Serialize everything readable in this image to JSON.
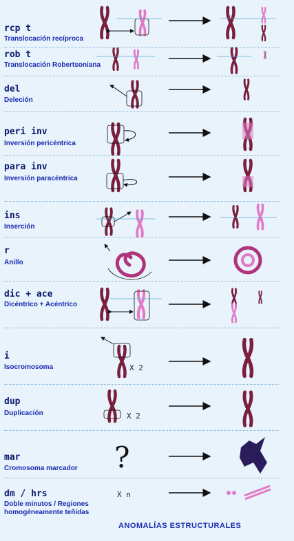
{
  "rows": [
    {
      "abbr": "rcp t",
      "desc": "Translocación recíproca"
    },
    {
      "abbr": "rob t",
      "desc": "Translocación Robertsoniana"
    },
    {
      "abbr": "del",
      "desc": "Deleción"
    },
    {
      "abbr": "peri inv",
      "desc": "Inversión pericéntrica"
    },
    {
      "abbr": "para inv",
      "desc": "Inversión paracéntrica"
    },
    {
      "abbr": "ins",
      "desc": "Inserción"
    },
    {
      "abbr": "r",
      "desc": "Anillo"
    },
    {
      "abbr": "dic + ace",
      "desc": "Dicéntrico + Acéntrico"
    },
    {
      "abbr": "i",
      "desc": "Isocromosoma"
    },
    {
      "abbr": "dup",
      "desc": "Duplicación"
    },
    {
      "abbr": "mar",
      "desc": "Cromosoma marcador"
    },
    {
      "abbr": "dm / hrs",
      "desc": "Doble minutos  /  Regiones homogéneamente  teñidas"
    }
  ],
  "multipliers": {
    "iso": "X 2",
    "dup": "X 2",
    "dm": "X n"
  },
  "question_mark": "?",
  "footer": "ANOMALÍAS ESTRUCTURALES",
  "colors": {
    "dark_chromosome": "#7a1f3d",
    "pink_chromosome": "#e27ac8",
    "text_dark": "#0b1a6e",
    "text_blue": "#1a2bb0"
  }
}
